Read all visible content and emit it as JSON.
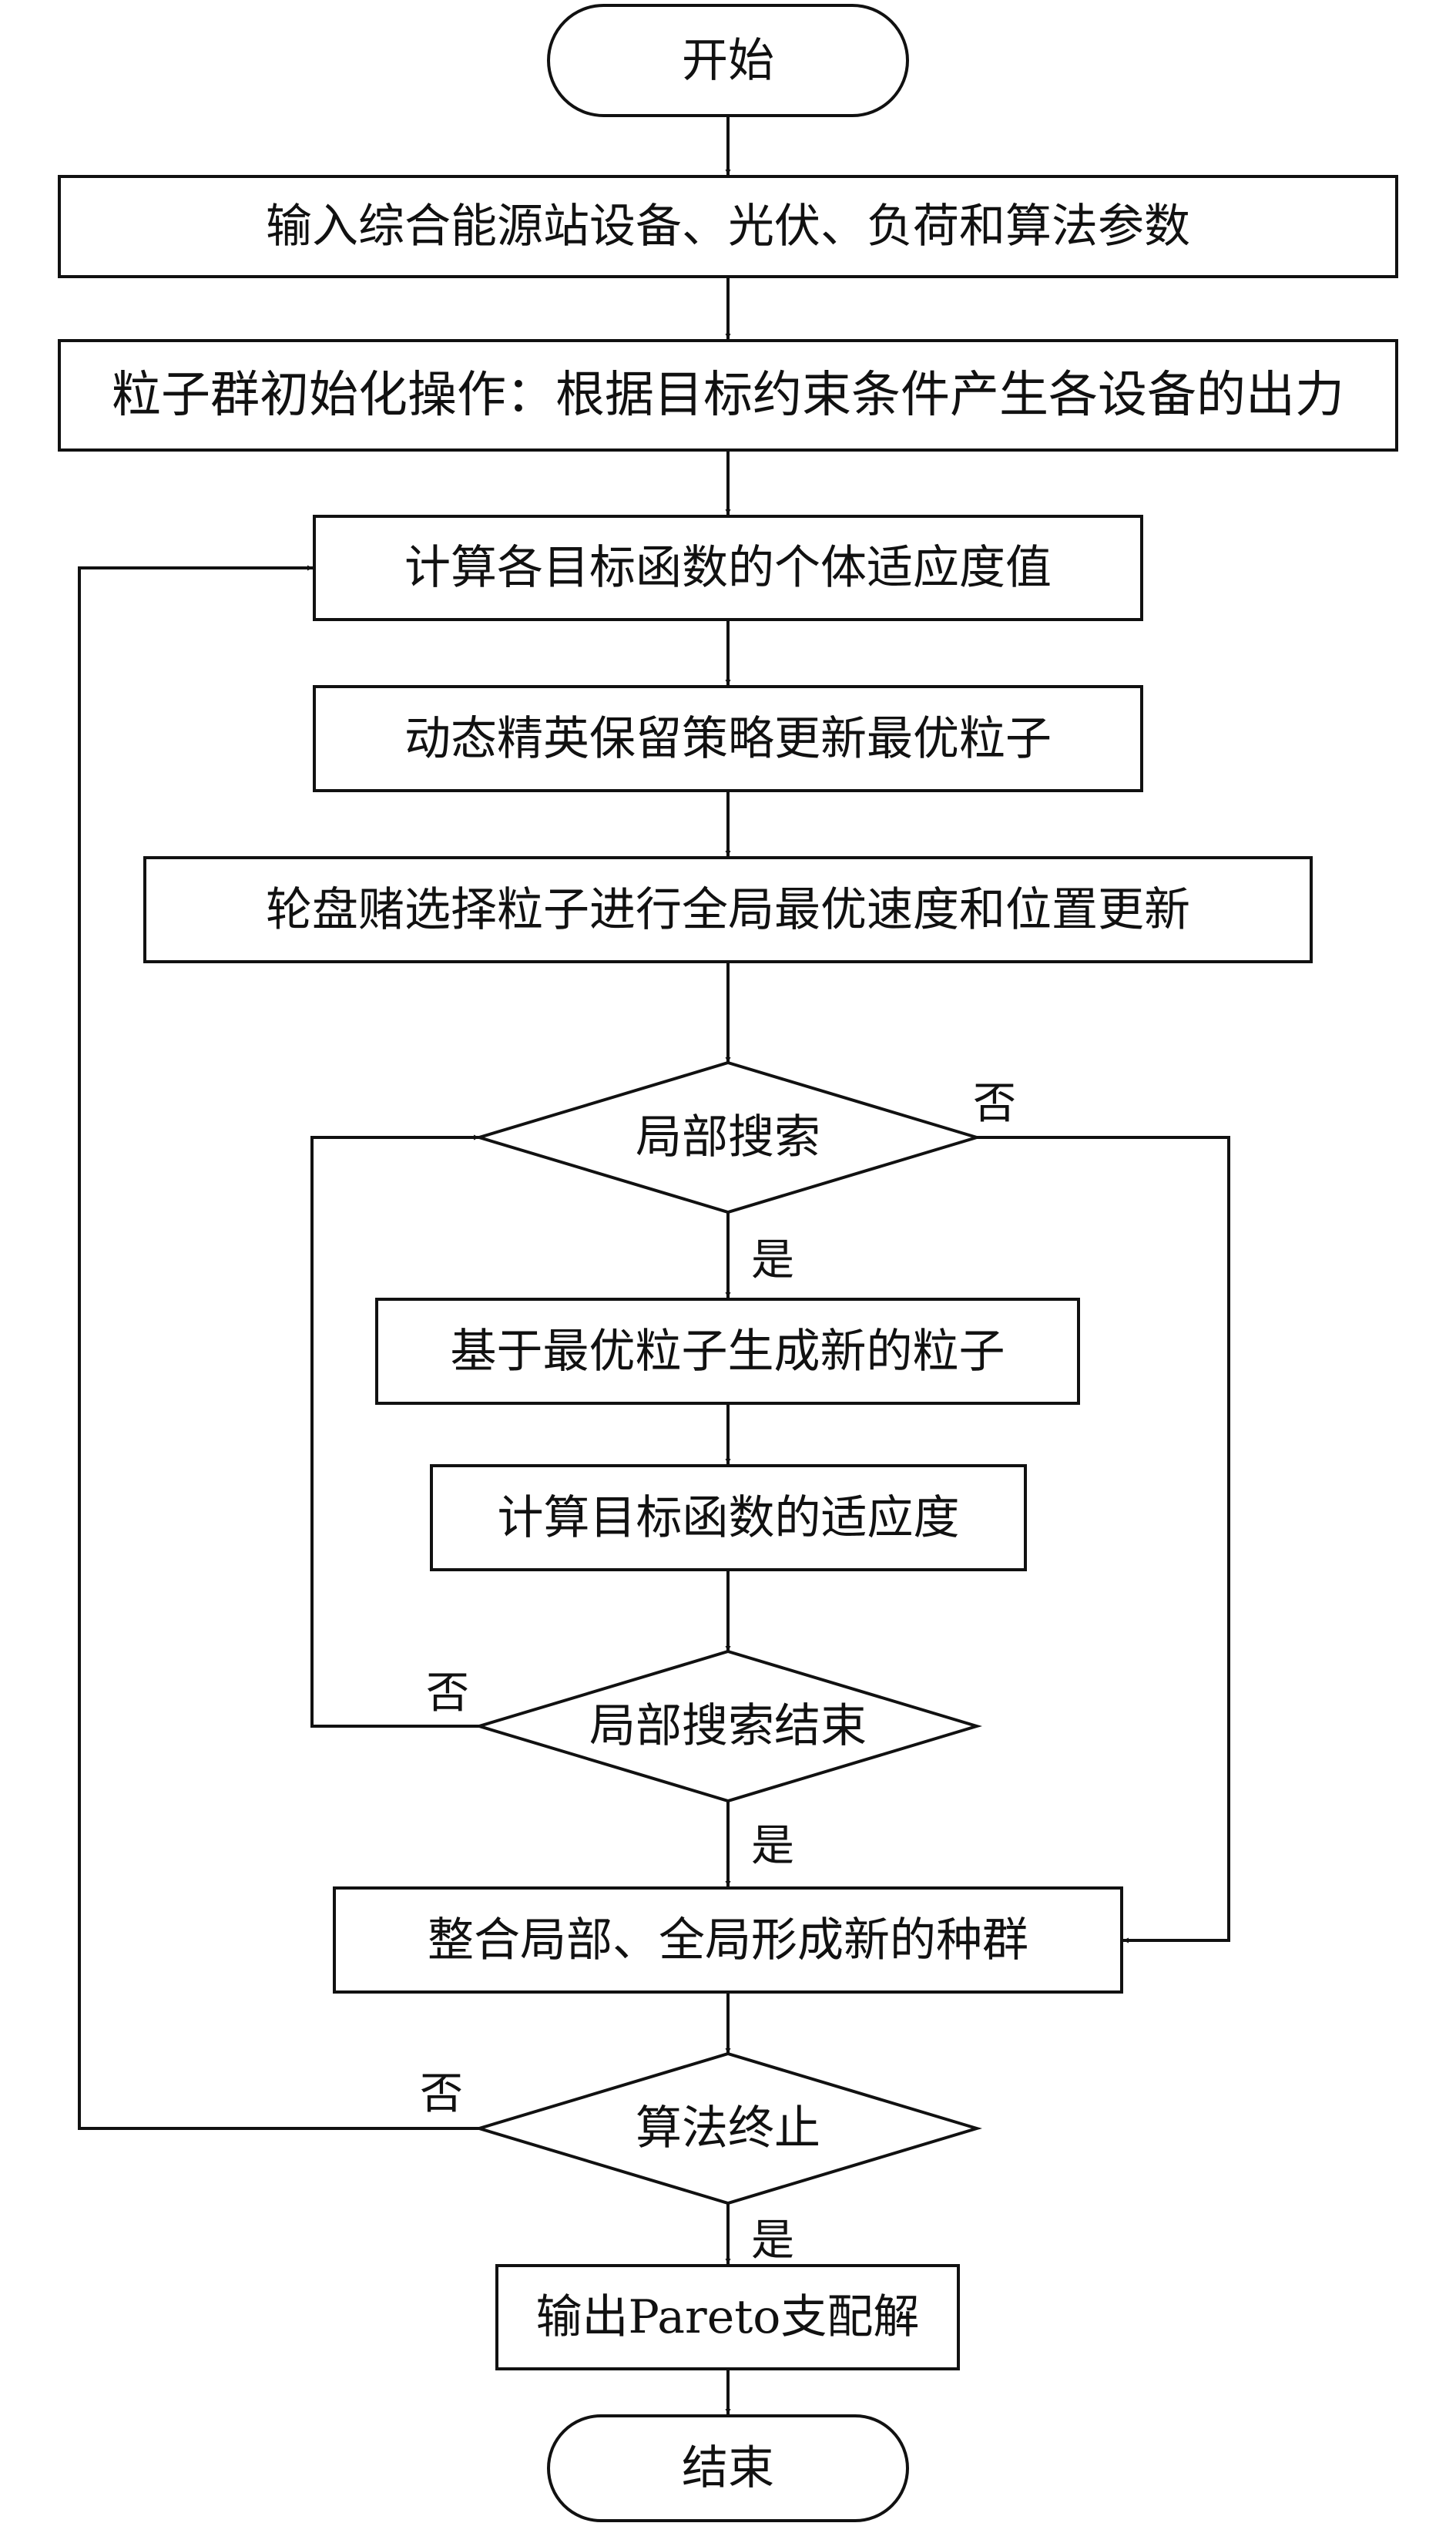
{
  "nodes": {
    "start": "开始",
    "input_params": "输入综合能源站设备、光伏、负荷和算法参数",
    "pso_init": "粒子群初始化操作：根据目标约束条件产生各设备的出力",
    "calc_fitness": "计算各目标函数的个体适应度值",
    "elite_update": "动态精英保留策略更新最优粒子",
    "roulette_update": "轮盘赌选择粒子进行全局最优速度和位置更新",
    "local_search": "局部搜索",
    "gen_new": "基于最优粒子生成新的粒子",
    "calc_objective": "计算目标函数的适应度",
    "local_search_end": "局部搜索结束",
    "merge": "整合局部、全局形成新的种群",
    "algo_terminate": "算法终止",
    "output": "输出Pareto支配解",
    "end": "结束"
  },
  "edge_labels": {
    "local_search_no": "否",
    "local_search_yes": "是",
    "local_search_end_no": "否",
    "local_search_end_yes": "是",
    "terminate_no": "否",
    "terminate_yes": "是"
  }
}
